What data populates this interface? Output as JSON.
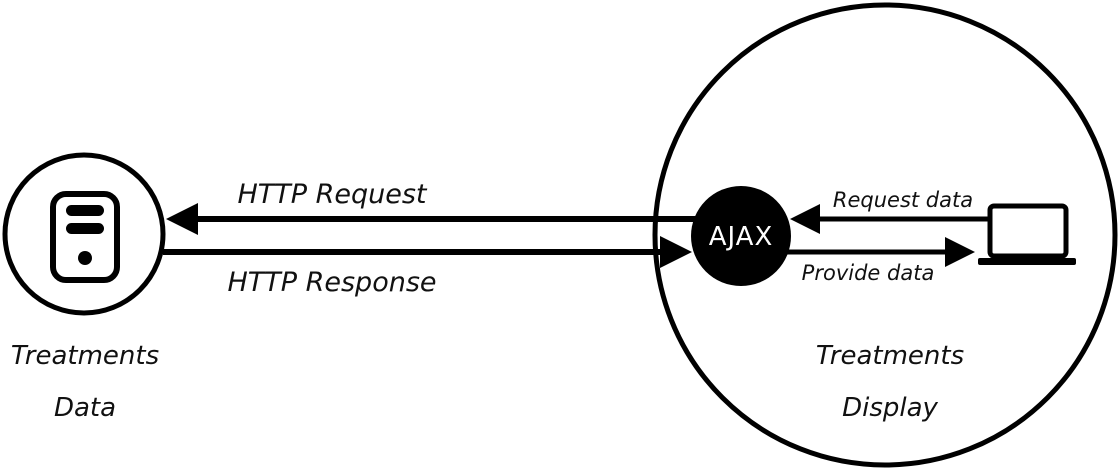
{
  "left_node": {
    "icon": "server-icon",
    "label_line1": "Treatments",
    "label_line2": "Data"
  },
  "right_node": {
    "label_line1": "Treatments",
    "label_line2": "Display"
  },
  "ajax": {
    "label": "AJAX"
  },
  "laptop": {
    "icon": "laptop-icon"
  },
  "arrows": {
    "http_request": "HTTP Request",
    "http_response": "HTTP Response",
    "request_data": "Request data",
    "provide_data": "Provide data"
  },
  "colors": {
    "stroke": "#000000",
    "background": "#ffffff",
    "ajax_fill": "#000000",
    "ajax_text": "#ffffff"
  }
}
